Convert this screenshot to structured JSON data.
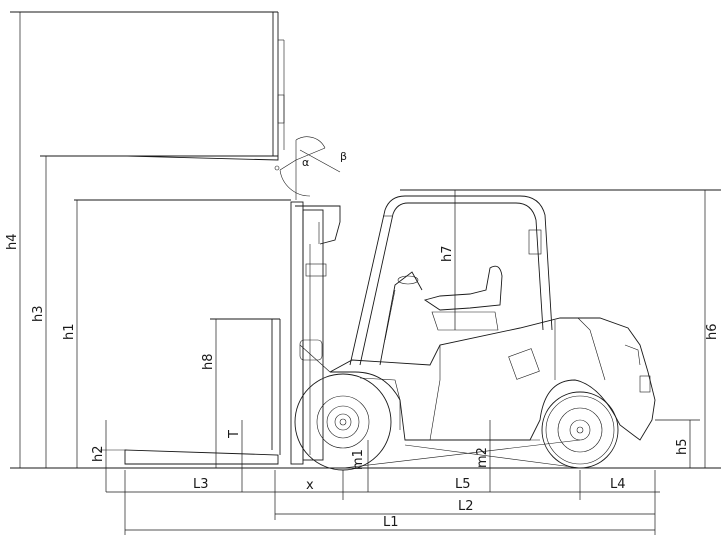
{
  "dimension_labels": {
    "h4": "h4",
    "h3": "h3",
    "h1": "h1",
    "h8": "h8",
    "h2": "h2",
    "T": "T",
    "h7": "h7",
    "h6": "h6",
    "h5": "h5",
    "m1": "m1",
    "m2": "m2",
    "L3": "L3",
    "x": "x",
    "L5": "L5",
    "L4": "L4",
    "L2": "L2",
    "L1": "L1",
    "alpha": "α",
    "beta": "β"
  }
}
